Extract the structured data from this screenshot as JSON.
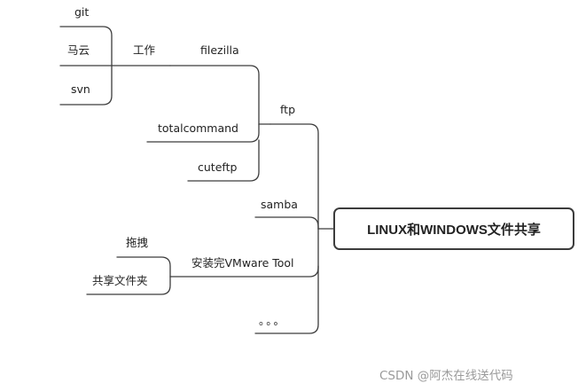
{
  "root": {
    "label": "LINUX和WINDOWS文件共享"
  },
  "branches": {
    "ftp": {
      "label": "ftp"
    },
    "samba": {
      "label": "samba"
    },
    "vmware": {
      "label": "安装完VMware Tool"
    },
    "more": {
      "label": "。。。"
    }
  },
  "ftp_children": {
    "filezilla": {
      "label": "filezilla"
    },
    "totalcommand": {
      "label": "totalcommand"
    },
    "cuteftp": {
      "label": "cuteftp"
    }
  },
  "filezilla_children": {
    "work": {
      "label": "工作"
    }
  },
  "work_children": {
    "git": {
      "label": "git"
    },
    "mayun": {
      "label": "马云"
    },
    "svn": {
      "label": "svn"
    }
  },
  "vmware_children": {
    "drag": {
      "label": "拖拽"
    },
    "shared_folder": {
      "label": "共享文件夹"
    }
  },
  "watermark": {
    "text": "CSDN @阿杰在线送代码"
  },
  "style": {
    "line_color": "#3c3c3c",
    "text_color": "#222222",
    "watermark_color": "#9a9a9a"
  }
}
